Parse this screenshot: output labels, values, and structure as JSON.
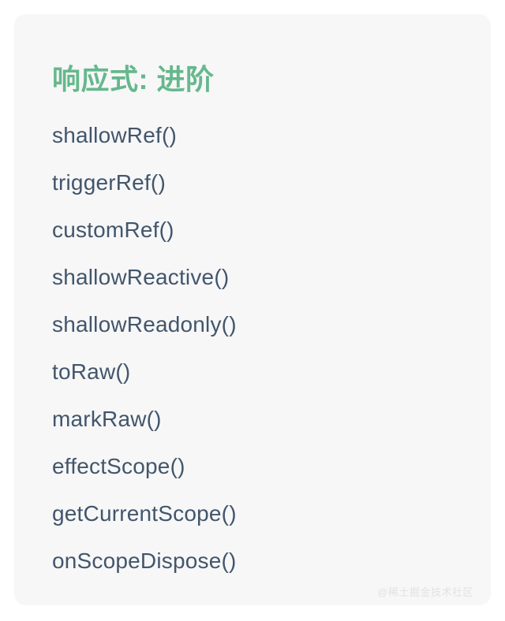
{
  "slide": {
    "title": "响应式: 进阶",
    "title_color": "#66b88c",
    "body_color": "#42566b",
    "card_background": "#f7f7f8",
    "page_background": "#ffffff",
    "items": [
      {
        "label": "shallowRef()"
      },
      {
        "label": "triggerRef()"
      },
      {
        "label": "customRef()"
      },
      {
        "label": "shallowReactive()"
      },
      {
        "label": "shallowReadonly()"
      },
      {
        "label": "toRaw()"
      },
      {
        "label": "markRaw()"
      },
      {
        "label": "effectScope()"
      },
      {
        "label": "getCurrentScope()"
      },
      {
        "label": "onScopeDispose()"
      }
    ]
  },
  "watermark": {
    "text": "@稀土掘金技术社区",
    "color": "#e2e2e4"
  }
}
